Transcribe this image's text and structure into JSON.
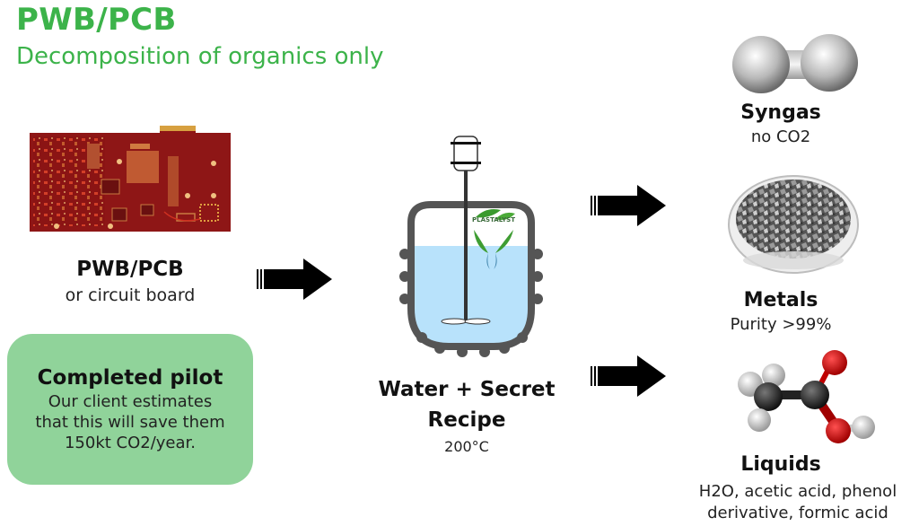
{
  "header": {
    "title": "PWB/PCB",
    "subtitle": "Decomposition of organics only"
  },
  "input": {
    "name": "PWB/PCB",
    "description": "or circuit board",
    "image": "circuit-board-photo"
  },
  "pilot_box": {
    "heading": "Completed pilot",
    "lines": [
      "Our client estimates",
      "that this will save them",
      "150kt CO2/year."
    ],
    "color": "#90d39a"
  },
  "reactor": {
    "brand": "PLASTALYST",
    "name_line1": "Water + Secret",
    "name_line2": "Recipe",
    "temperature": "200°C",
    "liquid_color": "#b8e2fb"
  },
  "outputs": [
    {
      "name": "Syngas",
      "description": "no CO2",
      "icon": "hydrogen-molecule-icon"
    },
    {
      "name": "Metals",
      "description": "Purity >99%",
      "icon": "metal-granules-dish"
    },
    {
      "name": "Liquids",
      "description_line1": "H2O, acetic acid, phenol",
      "description_line2": "derivative, formic acid",
      "icon": "acetic-acid-molecule-icon"
    }
  ],
  "colors": {
    "accent": "#3cb34a",
    "pcb": "#8b1414",
    "arrow": "#000000"
  }
}
